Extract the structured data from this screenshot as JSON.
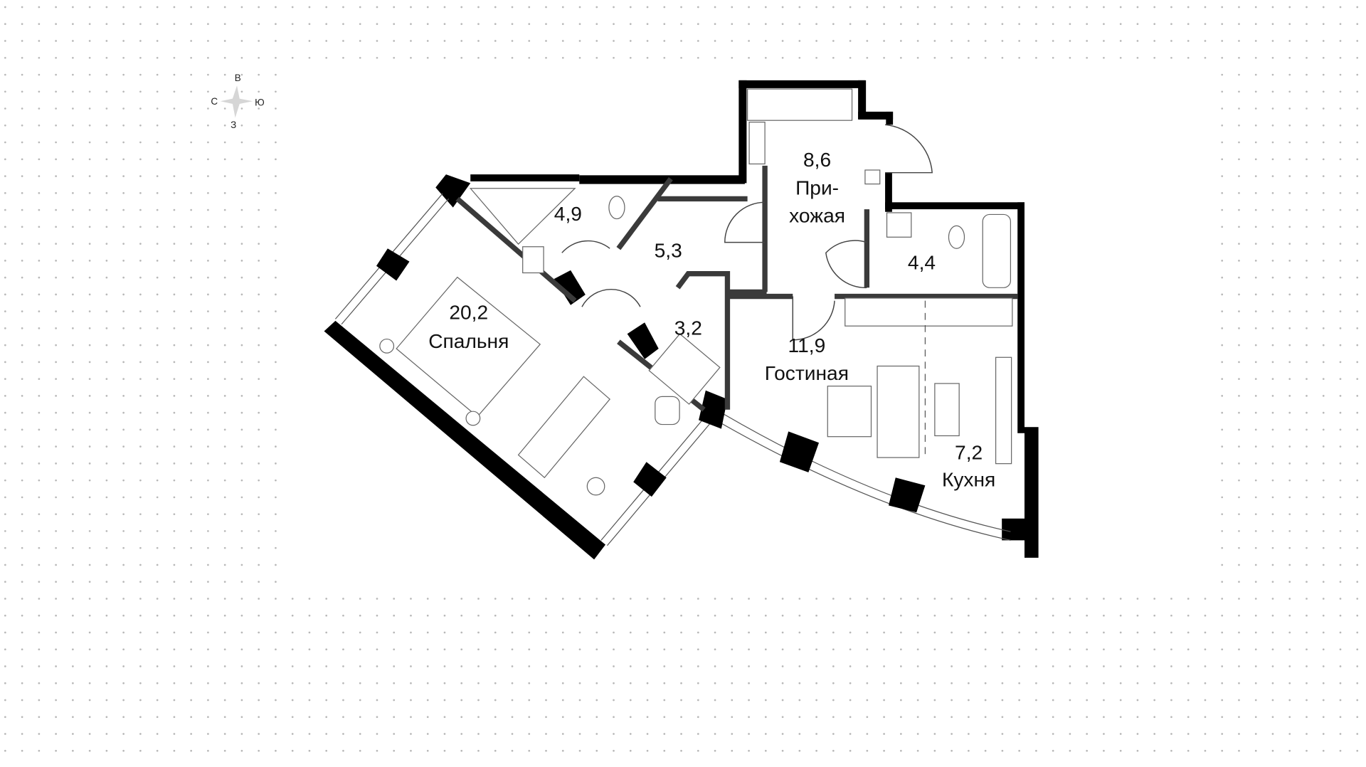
{
  "compass": {
    "north": "С",
    "east": "В",
    "south": "Ю",
    "west": "З"
  },
  "rooms": [
    {
      "id": "hallway",
      "area": "8,6",
      "name_line1": "При-",
      "name_line2": "хожая"
    },
    {
      "id": "bathroom-1",
      "area": "4,9"
    },
    {
      "id": "corridor",
      "area": "5,3"
    },
    {
      "id": "bathroom-2",
      "area": "4,4"
    },
    {
      "id": "bedroom",
      "area": "20,2",
      "name": "Спальня"
    },
    {
      "id": "wardrobe",
      "area": "3,2"
    },
    {
      "id": "living-room",
      "area": "11,9",
      "name": "Гостиная"
    },
    {
      "id": "kitchen",
      "area": "7,2",
      "name": "Кухня"
    }
  ]
}
